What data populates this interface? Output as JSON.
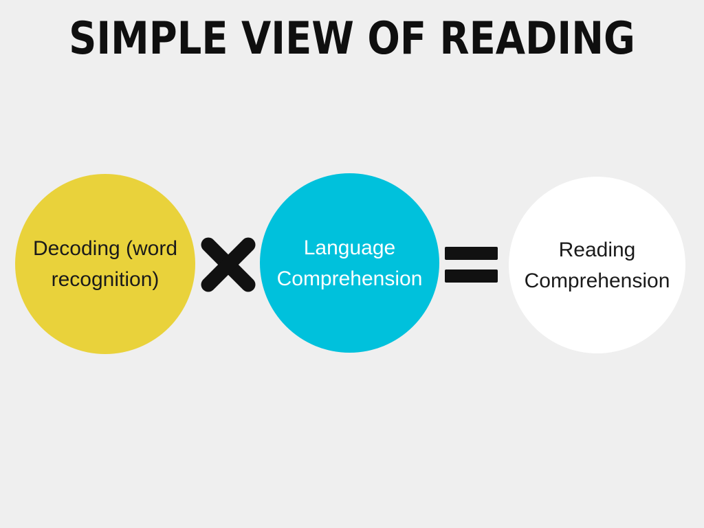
{
  "page": {
    "title": "SIMPLE VIEW OF READING",
    "colors": {
      "background": "#efefef",
      "title_text": "#0f0f0f",
      "operator": "#111111"
    }
  },
  "diagram": {
    "circles": [
      {
        "id": "decoding",
        "label": "Decoding (word\nrecognition)",
        "fill": "#e9d23b",
        "text_color": "#1a1a1a"
      },
      {
        "id": "language-comprehension",
        "label": "Language\nComprehension",
        "fill": "#00c1dc",
        "text_color": "#ffffff"
      },
      {
        "id": "reading-comprehension",
        "label": "Reading\nComprehension",
        "fill": "#ffffff",
        "text_color": "#1a1a1a"
      }
    ],
    "operators": [
      {
        "id": "multiply",
        "icon": "multiply-icon",
        "symbol": "×"
      },
      {
        "id": "equals",
        "icon": "equals-icon",
        "symbol": "="
      }
    ]
  }
}
